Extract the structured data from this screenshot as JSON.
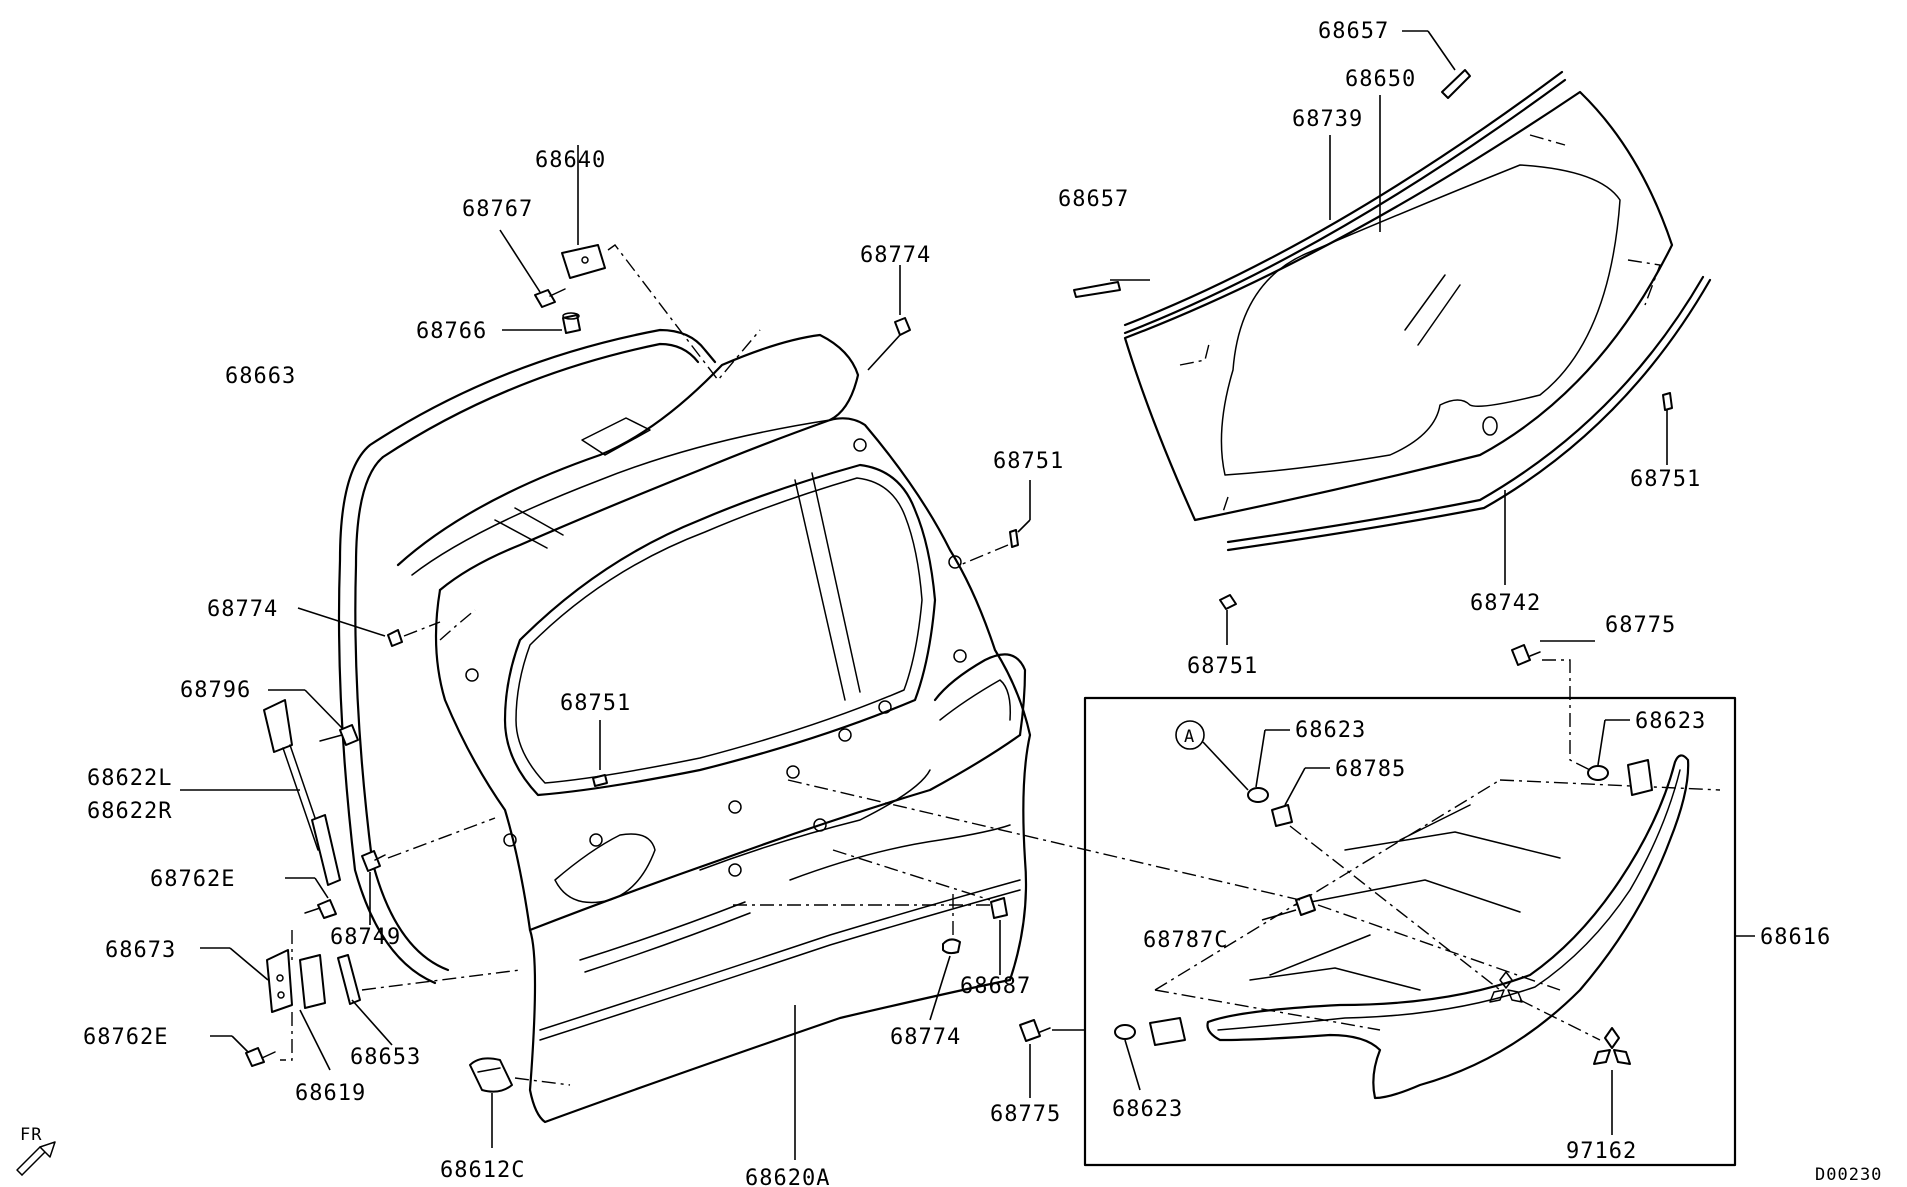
{
  "diagram": {
    "labels": {
      "p68657a": "68657",
      "p68650": "68650",
      "p68739": "68739",
      "p68657b": "68657",
      "p68640": "68640",
      "p68767": "68767",
      "p68766": "68766",
      "p68774a": "68774",
      "p68663": "68663",
      "p68751a": "68751",
      "p68774b": "68774",
      "p68796": "68796",
      "p68751b": "68751",
      "p68622l": "68622L",
      "p68622r": "68622R",
      "p68762e_a": "68762E",
      "p68749": "68749",
      "p68673": "68673",
      "p68653": "68653",
      "p68762e_b": "68762E",
      "p68619": "68619",
      "p68612c": "68612C",
      "p68620a": "68620A",
      "p68687": "68687",
      "p68774c": "68774",
      "p68751c": "68751",
      "p68742": "68742",
      "p68751d": "68751",
      "p68775a": "68775",
      "p68623a": "68623",
      "p68785": "68785",
      "p68623b": "68623",
      "p68787c": "68787C",
      "p68616": "68616",
      "p68775b": "68775",
      "p68623c": "68623",
      "p97162": "97162"
    },
    "callout": "A",
    "direction": "FR",
    "code": "D00230"
  }
}
